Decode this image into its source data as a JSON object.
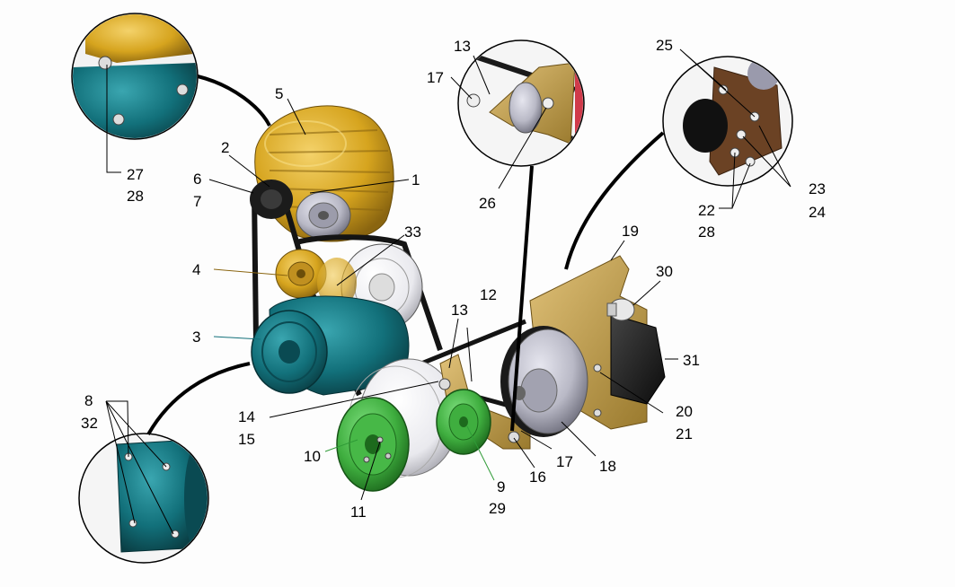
{
  "callouts": [
    {
      "id": "c1",
      "text": "1"
    },
    {
      "id": "c2",
      "text": "2"
    },
    {
      "id": "c3",
      "text": "3"
    },
    {
      "id": "c4",
      "text": "4"
    },
    {
      "id": "c5",
      "text": "5"
    },
    {
      "id": "c6",
      "text": "6"
    },
    {
      "id": "c7",
      "text": "7"
    },
    {
      "id": "c8",
      "text": "8"
    },
    {
      "id": "c9",
      "text": "9"
    },
    {
      "id": "c10",
      "text": "10"
    },
    {
      "id": "c11",
      "text": "11"
    },
    {
      "id": "c12",
      "text": "12"
    },
    {
      "id": "c13a",
      "text": "13"
    },
    {
      "id": "c13b",
      "text": "13"
    },
    {
      "id": "c14",
      "text": "14"
    },
    {
      "id": "c15",
      "text": "15"
    },
    {
      "id": "c16",
      "text": "16"
    },
    {
      "id": "c17a",
      "text": "17"
    },
    {
      "id": "c17b",
      "text": "17"
    },
    {
      "id": "c18",
      "text": "18"
    },
    {
      "id": "c19",
      "text": "19"
    },
    {
      "id": "c20",
      "text": "20"
    },
    {
      "id": "c21",
      "text": "21"
    },
    {
      "id": "c22",
      "text": "22"
    },
    {
      "id": "c23",
      "text": "23"
    },
    {
      "id": "c24",
      "text": "24"
    },
    {
      "id": "c25",
      "text": "25"
    },
    {
      "id": "c26",
      "text": "26"
    },
    {
      "id": "c27",
      "text": "27"
    },
    {
      "id": "c28a",
      "text": "28"
    },
    {
      "id": "c28b",
      "text": "28"
    },
    {
      "id": "c29",
      "text": "29"
    },
    {
      "id": "c30",
      "text": "30"
    },
    {
      "id": "c31",
      "text": "31"
    },
    {
      "id": "c32",
      "text": "32"
    },
    {
      "id": "c33",
      "text": "33"
    }
  ],
  "colors": {
    "alternator": "#d6a41e",
    "compressor": "#12707a",
    "crank_pulley": "#3fae3f",
    "idler_pulley": "#2e9a36",
    "bracket": "#c6a24a",
    "pulley_gray": "#b9b9c6",
    "belt": "#1a1a1a",
    "leader": "#000000"
  }
}
